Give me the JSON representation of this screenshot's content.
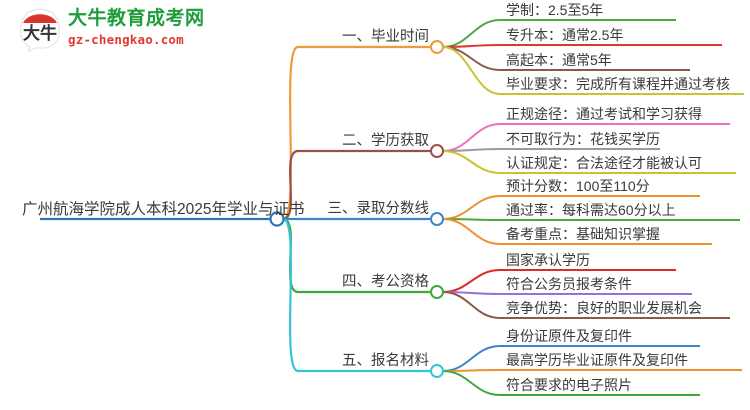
{
  "logo": {
    "mark_text": "大牛",
    "title": "大牛教育成考网",
    "domain": "gz-chengkao.com",
    "title_color": "#1f9d3a",
    "domain_color": "#e03a2f",
    "mark_color": "#d8342a"
  },
  "mindmap": {
    "root": {
      "label": "广州航海学院成人本科2025年学业与证书",
      "color": "#2e75b6"
    },
    "branches": [
      {
        "label": "一、毕业时间",
        "color": "#ed9a3b",
        "children": [
          {
            "label": "学制：2.5至5年",
            "color": "#4ea93f"
          },
          {
            "label": "专升本：通常2.5年",
            "color": "#d93a33"
          },
          {
            "label": "高起本：通常5年",
            "color": "#8a5a4a"
          },
          {
            "label": "毕业要求：完成所有课程并通过考核",
            "color": "#c8c23a"
          }
        ]
      },
      {
        "label": "二、学历获取",
        "color": "#9b4f45",
        "children": [
          {
            "label": "正规途径：通过考试和学习获得",
            "color": "#ef6fc0"
          },
          {
            "label": "不可取行为：花钱买学历",
            "color": "#9b9b9b"
          },
          {
            "label": "认证规定：合法途径才能被认可",
            "color": "#c9c32e"
          }
        ]
      },
      {
        "label": "三、录取分数线",
        "color": "#3d85c8",
        "children": [
          {
            "label": "预计分数：100至110分",
            "color": "#ef8f2e"
          },
          {
            "label": "通过率：每科需达60分以上",
            "color": "#4ca83c"
          },
          {
            "label": "备考重点：基础知识掌握",
            "color": "#ef8f2e"
          }
        ]
      },
      {
        "label": "四、考公资格",
        "color": "#3fa93a",
        "children": [
          {
            "label": "国家承认学历",
            "color": "#e02a22"
          },
          {
            "label": "符合公务员报考条件",
            "color": "#9b6fd8"
          },
          {
            "label": "竞争优势：良好的职业发展机会",
            "color": "#8a5a4a"
          }
        ]
      },
      {
        "label": "五、报名材料",
        "color": "#34c3d8",
        "children": [
          {
            "label": "身份证原件及复印件",
            "color": "#3d85c8"
          },
          {
            "label": "最高学历毕业证原件及复印件",
            "color": "#ef8f2e"
          },
          {
            "label": "符合要求的电子照片",
            "color": "#3fa93a"
          }
        ]
      }
    ]
  }
}
